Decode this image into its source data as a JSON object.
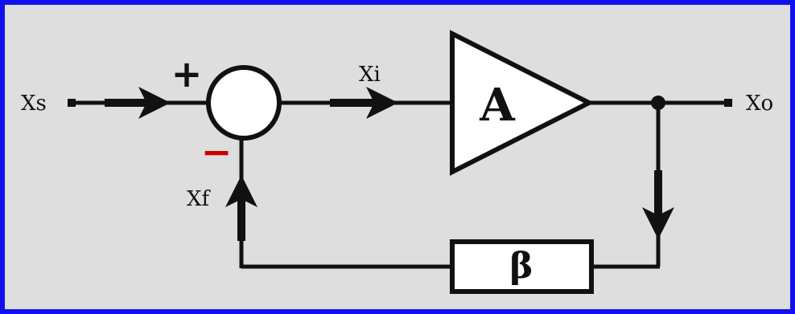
{
  "diagram": {
    "labels": {
      "input": "Xs",
      "error": "Xi",
      "output": "Xo",
      "feedback": "Xf",
      "plus": "+",
      "minus": "−",
      "amplifier": "A",
      "feedback_block": "β"
    },
    "colors": {
      "frame_border": "#1010ee",
      "background": "#dedede",
      "line": "#111111",
      "minus_sign": "#cc0000",
      "block_fill": "#ffffff"
    }
  }
}
